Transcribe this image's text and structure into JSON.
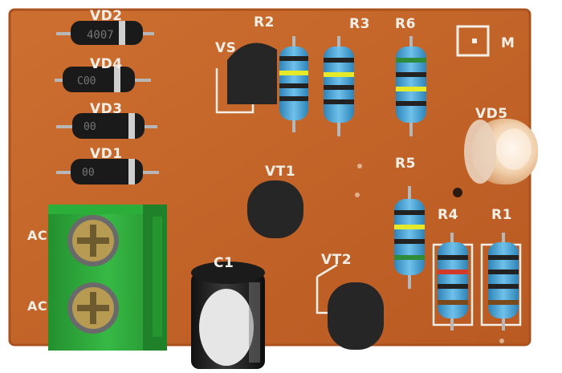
{
  "board": {
    "labels": {
      "vd2": "VD2",
      "vd4": "VD4",
      "vd3": "VD3",
      "vd1": "VD1",
      "r2": "R2",
      "r3": "R3",
      "r6": "R6",
      "m": "M",
      "vd5": "VD5",
      "vt1": "VT1",
      "r5": "R5",
      "r4": "R4",
      "r1": "R1",
      "vt2": "VT2",
      "c1": "C1",
      "vs": "VS",
      "ac_top": "AC",
      "ac_bottom": "AC"
    },
    "colors": {
      "pcb": "#c8692b",
      "pcb_edge": "#a9521e",
      "silkscreen": "#f4efe6",
      "terminal": "#2faa3a",
      "resistor_body": "#4aa7d8",
      "transistor": "#262626",
      "led": "#f2d3b0"
    },
    "icons": [
      "screw-terminal-icon",
      "diode-icon",
      "resistor-icon",
      "transistor-icon",
      "capacitor-icon",
      "led-icon"
    ]
  }
}
